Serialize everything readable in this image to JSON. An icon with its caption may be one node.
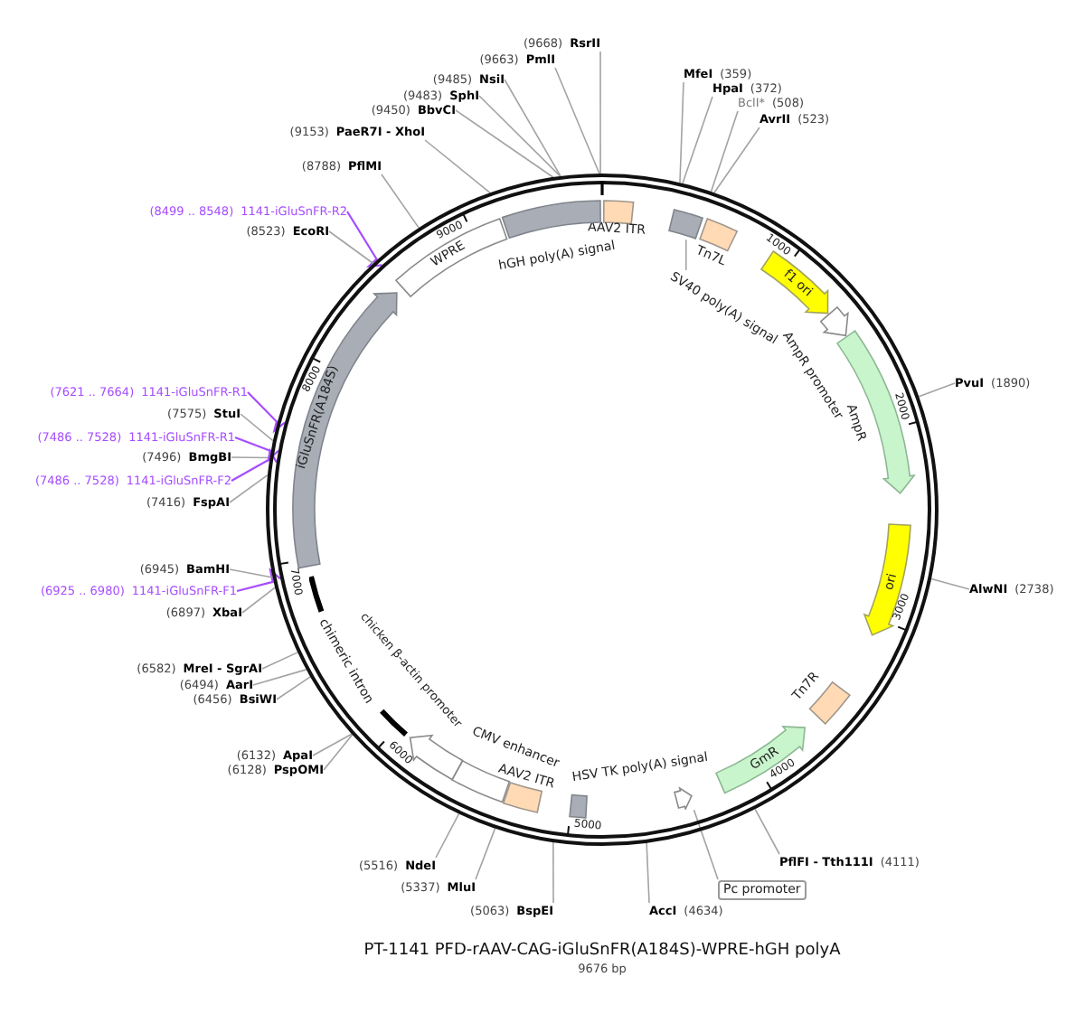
{
  "diagram": {
    "title": "PT-1141 PFD-rAAV-CAG-iGluSnFR(A184S)-WPRE-hGH polyA",
    "caption": "9676 bp",
    "nodes": [
      {
        "text": [],
        "shape": "circle"
      },
      {
        "text": [
          "AAV2 ITR"
        ],
        "in": 0
      },
      {
        "text": [],
        "shape": "box",
        "in": 0
      },
      {
        "text": [
          "SV40 poly(A) signal"
        ],
        "in": 0
      },
      {
        "text": [
          "Tn7L"
        ],
        "in": 0
      },
      {
        "text": [
          "f1 ori"
        ],
        "in": 0
      },
      {
        "text": [
          "AmpR promoter"
        ],
        "in": 0
      },
      {
        "text": [
          "AmpR"
        ],
        "in": 0
      },
      {
        "text": [
          "ori"
        ],
        "in": 0
      },
      {
        "text": [
          "Tn7R"
        ],
        "in": 0
      },
      {
        "text": [
          "GmR"
        ],
        "in": 0
      },
      {
        "text": [],
        "shape": "arrow",
        "in": 0
      },
      {
        "text": [
          "HSV TK poly(A) signal"
        ],
        "in": 0
      },
      {
        "text": [
          "AAV2 ITR"
        ],
        "in": 0
      },
      {
        "text": [
          "CMV enhancer"
        ],
        "in": 0
      },
      {
        "text": [
          "chicken β-actin promoter"
        ],
        "in": 0
      },
      {
        "text": [
          "chimeric intron"
        ],
        "in": 0
      },
      {
        "text": [
          "iGluSnFR(A184S)"
        ],
        "in": 0
      },
      {
        "text": [
          "WPRE"
        ],
        "in": 0
      },
      {
        "text": [
          "hGH poly(A) signal"
        ],
        "in": 0
      },
      {
        "text": [
          "Pc promoter"
        ]
      },
      {
        "text": [
          "MfeI",
          "(359)"
        ]
      },
      {
        "text": [
          "HpaI",
          "(372)"
        ]
      },
      {
        "text": [
          "BclI*",
          "(508)"
        ]
      },
      {
        "text": [
          "AvrII",
          "(523)"
        ]
      },
      {
        "text": [
          "PvuI",
          "(1890)"
        ]
      },
      {
        "text": [
          "AlwNI",
          "(2738)"
        ]
      },
      {
        "text": [
          "PflFI - Tth111I",
          "(4111)"
        ]
      },
      {
        "text": [
          "AccI",
          "(4634)"
        ]
      },
      {
        "text": [
          "(5063)",
          "BspEI"
        ]
      },
      {
        "text": [
          "(5337)",
          "MluI"
        ]
      },
      {
        "text": [
          "(5516)",
          "NdeI"
        ]
      },
      {
        "text": [
          "(6128)",
          "PspOMI"
        ]
      },
      {
        "text": [
          "(6132)",
          "ApaI"
        ]
      },
      {
        "text": [
          "(6456)",
          "BsiWI"
        ]
      },
      {
        "text": [
          "(6494)",
          "AarI"
        ]
      },
      {
        "text": [
          "(6582)",
          "MreI - SgrAI"
        ]
      },
      {
        "text": [
          "(6897)",
          "XbaI"
        ]
      },
      {
        "text": [
          "(6925 .. 6980)",
          "1141-iGluSnFR-F1"
        ]
      },
      {
        "text": [
          "(6945)",
          "BamHI"
        ]
      },
      {
        "text": [
          "(7416)",
          "FspAI"
        ]
      },
      {
        "text": [
          "(7486 .. 7528)",
          "1141-iGluSnFR-F2"
        ]
      },
      {
        "text": [
          "(7496)",
          "BmgBI"
        ]
      },
      {
        "text": [
          "(7486 .. 7528)",
          "1141-iGluSnFR-R1"
        ]
      },
      {
        "text": [
          "(7575)",
          "StuI"
        ]
      },
      {
        "text": [
          "(7621 .. 7664)",
          "1141-iGluSnFR-R1"
        ]
      },
      {
        "text": [
          "(8499 .. 8548)",
          "1141-iGluSnFR-R2"
        ]
      },
      {
        "text": [
          "(8523)",
          "EcoRI"
        ]
      },
      {
        "text": [
          "(8788)",
          "PflMI"
        ]
      },
      {
        "text": [
          "(9153)",
          "PaeR7I - XhoI"
        ]
      },
      {
        "text": [
          "(9450)",
          "BbvCI"
        ]
      },
      {
        "text": [
          "(9483)",
          "SphI"
        ]
      },
      {
        "text": [
          "(9485)",
          "NsiI"
        ]
      },
      {
        "text": [
          "(9663)",
          "PmlI"
        ]
      },
      {
        "text": [
          "(9668)",
          "RsrII"
        ]
      }
    ],
    "edges": [
      {
        "from": 3,
        "to": 2,
        "arrow": "none"
      },
      {
        "from": 20,
        "to": 11,
        "arrow": "none"
      },
      {
        "from": 21,
        "to": 0,
        "arrow": "none"
      },
      {
        "from": 22,
        "to": 0,
        "arrow": "none"
      },
      {
        "from": 23,
        "to": 0,
        "arrow": "none"
      },
      {
        "from": 24,
        "to": 0,
        "arrow": "none"
      },
      {
        "from": 25,
        "to": 0,
        "arrow": "none"
      },
      {
        "from": 26,
        "to": 0,
        "arrow": "none"
      },
      {
        "from": 27,
        "to": 0,
        "arrow": "none"
      },
      {
        "from": 28,
        "to": 0,
        "arrow": "none"
      },
      {
        "from": 29,
        "to": 0,
        "arrow": "none"
      },
      {
        "from": 30,
        "to": 0,
        "arrow": "none"
      },
      {
        "from": 31,
        "to": 0,
        "arrow": "none"
      },
      {
        "from": 32,
        "to": 0,
        "arrow": "none"
      },
      {
        "from": 33,
        "to": 0,
        "arrow": "none"
      },
      {
        "from": 34,
        "to": 0,
        "arrow": "none"
      },
      {
        "from": 35,
        "to": 0,
        "arrow": "none"
      },
      {
        "from": 36,
        "to": 0,
        "arrow": "none"
      },
      {
        "from": 37,
        "to": 0,
        "arrow": "none"
      },
      {
        "from": 38,
        "to": 0,
        "arrow": "none",
        "color": "#a64dff"
      },
      {
        "from": 39,
        "to": 0,
        "arrow": "none"
      },
      {
        "from": 40,
        "to": 0,
        "arrow": "none"
      },
      {
        "from": 41,
        "to": 0,
        "arrow": "none",
        "color": "#a64dff"
      },
      {
        "from": 42,
        "to": 0,
        "arrow": "none"
      },
      {
        "from": 43,
        "to": 0,
        "arrow": "none",
        "color": "#a64dff"
      },
      {
        "from": 44,
        "to": 0,
        "arrow": "none"
      },
      {
        "from": 45,
        "to": 0,
        "arrow": "none",
        "color": "#a64dff"
      },
      {
        "from": 46,
        "to": 0,
        "arrow": "none",
        "color": "#a64dff"
      },
      {
        "from": 47,
        "to": 0,
        "arrow": "none"
      },
      {
        "from": 48,
        "to": 0,
        "arrow": "none"
      },
      {
        "from": 49,
        "to": 0,
        "arrow": "none"
      },
      {
        "from": 50,
        "to": 0,
        "arrow": "none"
      },
      {
        "from": 51,
        "to": 0,
        "arrow": "none"
      },
      {
        "from": 52,
        "to": 0,
        "arrow": "none"
      },
      {
        "from": 53,
        "to": 0,
        "arrow": "none"
      },
      {
        "from": 54,
        "to": 0,
        "arrow": "none"
      }
    ],
    "labels": [
      "1000",
      "2000",
      "3000",
      "4000",
      "5000",
      "6000",
      "7000",
      "8000",
      "9000"
    ]
  }
}
